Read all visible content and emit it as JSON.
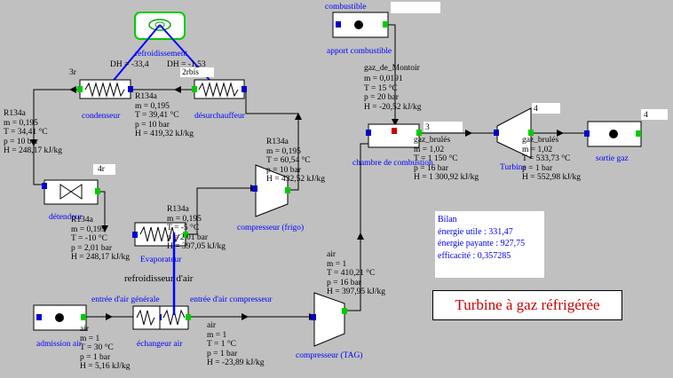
{
  "labels": {
    "combustible": "combustible",
    "apport_combustible": "apport combustible",
    "gaz_de_montoir": "gaz_de_Montoir",
    "chambre": "chambre de combustion",
    "turbine": "Turbine",
    "sortie_gaz": "sortie gaz",
    "refroidissement": "refroidissement",
    "condenseur": "condenseur",
    "desurchauffeur": "désurchauffeur",
    "detendeur": "détendeur",
    "evaporateur": "Evaporateur",
    "compresseur_frigo": "compresseur (frigo)",
    "refroidisseur_air": "refroidisseur d'air",
    "entree_air_generale": "entrée d'air générale",
    "entree_air_compresseur": "entrée d'air compresseur",
    "admission_air": "admission air",
    "echangeur_air": "échangeur air",
    "compresseur_tag": "compresseur (TAG)",
    "n3r": "3r",
    "n2bis": "2rbis",
    "n4r": "4r",
    "n3": "3",
    "n4a": "4",
    "n4b": "4",
    "dh1": "DH = -33,4",
    "dh2": "DH = -1,53"
  },
  "states": {
    "r134a_left": [
      "R134a",
      "m = 0,195",
      "T = 34,41 °C",
      "p = 10 bar",
      "H = 248,17 kJ/kg"
    ],
    "r134a_top": [
      "R134a",
      "m = 0,195",
      "T = 39,41 °C",
      "p = 10 bar",
      "H = 419,32 kJ/kg"
    ],
    "r134a_comp": [
      "R134a",
      "m = 0,195",
      "T = 60,54 °C",
      "p = 10 bar",
      "H = 432,52 kJ/kg"
    ],
    "r134a_evap_in": [
      "R134a",
      "m = 0,195",
      "T = -10 °C",
      "p = 2,01 bar",
      "H = 248,17 kJ/kg"
    ],
    "r134a_evap_out": [
      "R134a",
      "m = 0,195",
      "T = -5 °C",
      "p = 2,01 bar",
      "H = 397,05 kJ/kg"
    ],
    "gaz_montoir": [
      "m = 0,0191",
      "T = 15 °C",
      "p = 20 bar",
      "H = -20,52 kJ/kg"
    ],
    "gaz_brules_1": [
      "gaz_brulés",
      "m = 1,02",
      "T = 1 150 °C",
      "p = 16 bar",
      "H = 1 300,92 kJ/kg"
    ],
    "gaz_brules_2": [
      "gaz_brulés",
      "m = 1,02",
      "T = 533,73 °C",
      "p = 1 bar",
      "H = 552,98 kJ/kg"
    ],
    "air_in": [
      "air",
      "m = 1",
      "T = 30 °C",
      "p = 1 bar",
      "H = 5,16 kJ/kg"
    ],
    "air_cold": [
      "air",
      "m = 1",
      "T = 1 °C",
      "p = 1 bar",
      "H = -23,89 kJ/kg"
    ],
    "air_hp": [
      "air",
      "m = 1",
      "T = 410,21 °C",
      "p = 16 bar",
      "H = 397,95 kJ/kg"
    ]
  },
  "bilan": {
    "title": "Bilan",
    "utile": "énergie utile : 331,47",
    "payante": "énergie payante : 927,75",
    "efficacite": "efficacité : 0,357285"
  },
  "title": "Turbine à gaz réfrigérée",
  "colors": {
    "port_in": "#0000cc",
    "port_out": "#00cc00",
    "link": "#0000ff",
    "title": "#cc0000",
    "hot_port": "#cc0000"
  }
}
